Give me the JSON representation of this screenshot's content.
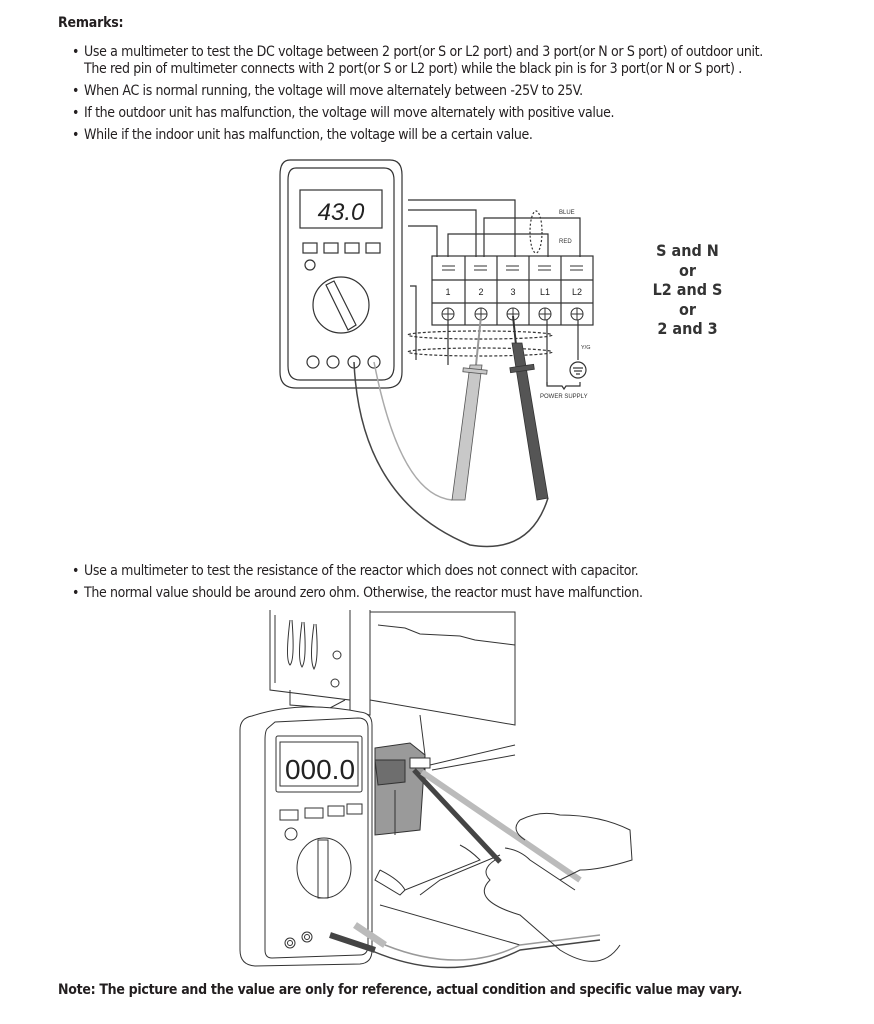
{
  "remarks": {
    "title": "Remarks:",
    "bullets_voltage": [
      {
        "line1": "Use a multimeter to test the DC voltage between 2 port(or S or L2 port)  and 3 port(or N or S port) of outdoor unit.",
        "line2": "The red pin of multimeter connects with 2 port(or S or L2 port)  while the black pin is for 3 port(or N or S port) ."
      },
      {
        "line1": "When AC is normal running, the voltage will move alternately between -25V to 25V."
      },
      {
        "line1": "If the outdoor unit has malfunction, the voltage will move alternately with positive value."
      },
      {
        "line1": "While if the indoor unit has malfunction, the voltage will be a certain value."
      }
    ],
    "bullets_reactor": [
      {
        "line1": "Use a multimeter to test the resistance of the reactor which does not connect with capacitor."
      },
      {
        "line1": "The normal value should be around zero ohm. Otherwise, the reactor must have malfunction."
      }
    ]
  },
  "figure1": {
    "multimeter_display": "43.0",
    "terminal_labels": [
      "1",
      "2",
      "3",
      "L1",
      "L2"
    ],
    "wire_labels": {
      "blue": "BLUE",
      "red": "RED",
      "yg": "Y/G",
      "power_supply": "POWER SUPPLY"
    },
    "port_options": [
      "S and N",
      "or",
      "L2 and S",
      "or",
      "2 and 3"
    ],
    "colors": {
      "red_probe": "#c8c8c8",
      "black_probe": "#555555",
      "line": "#333333"
    }
  },
  "figure2": {
    "multimeter_display": "000.0"
  },
  "note": "Note: The picture and the value are only for reference, actual condition and specific value may vary."
}
